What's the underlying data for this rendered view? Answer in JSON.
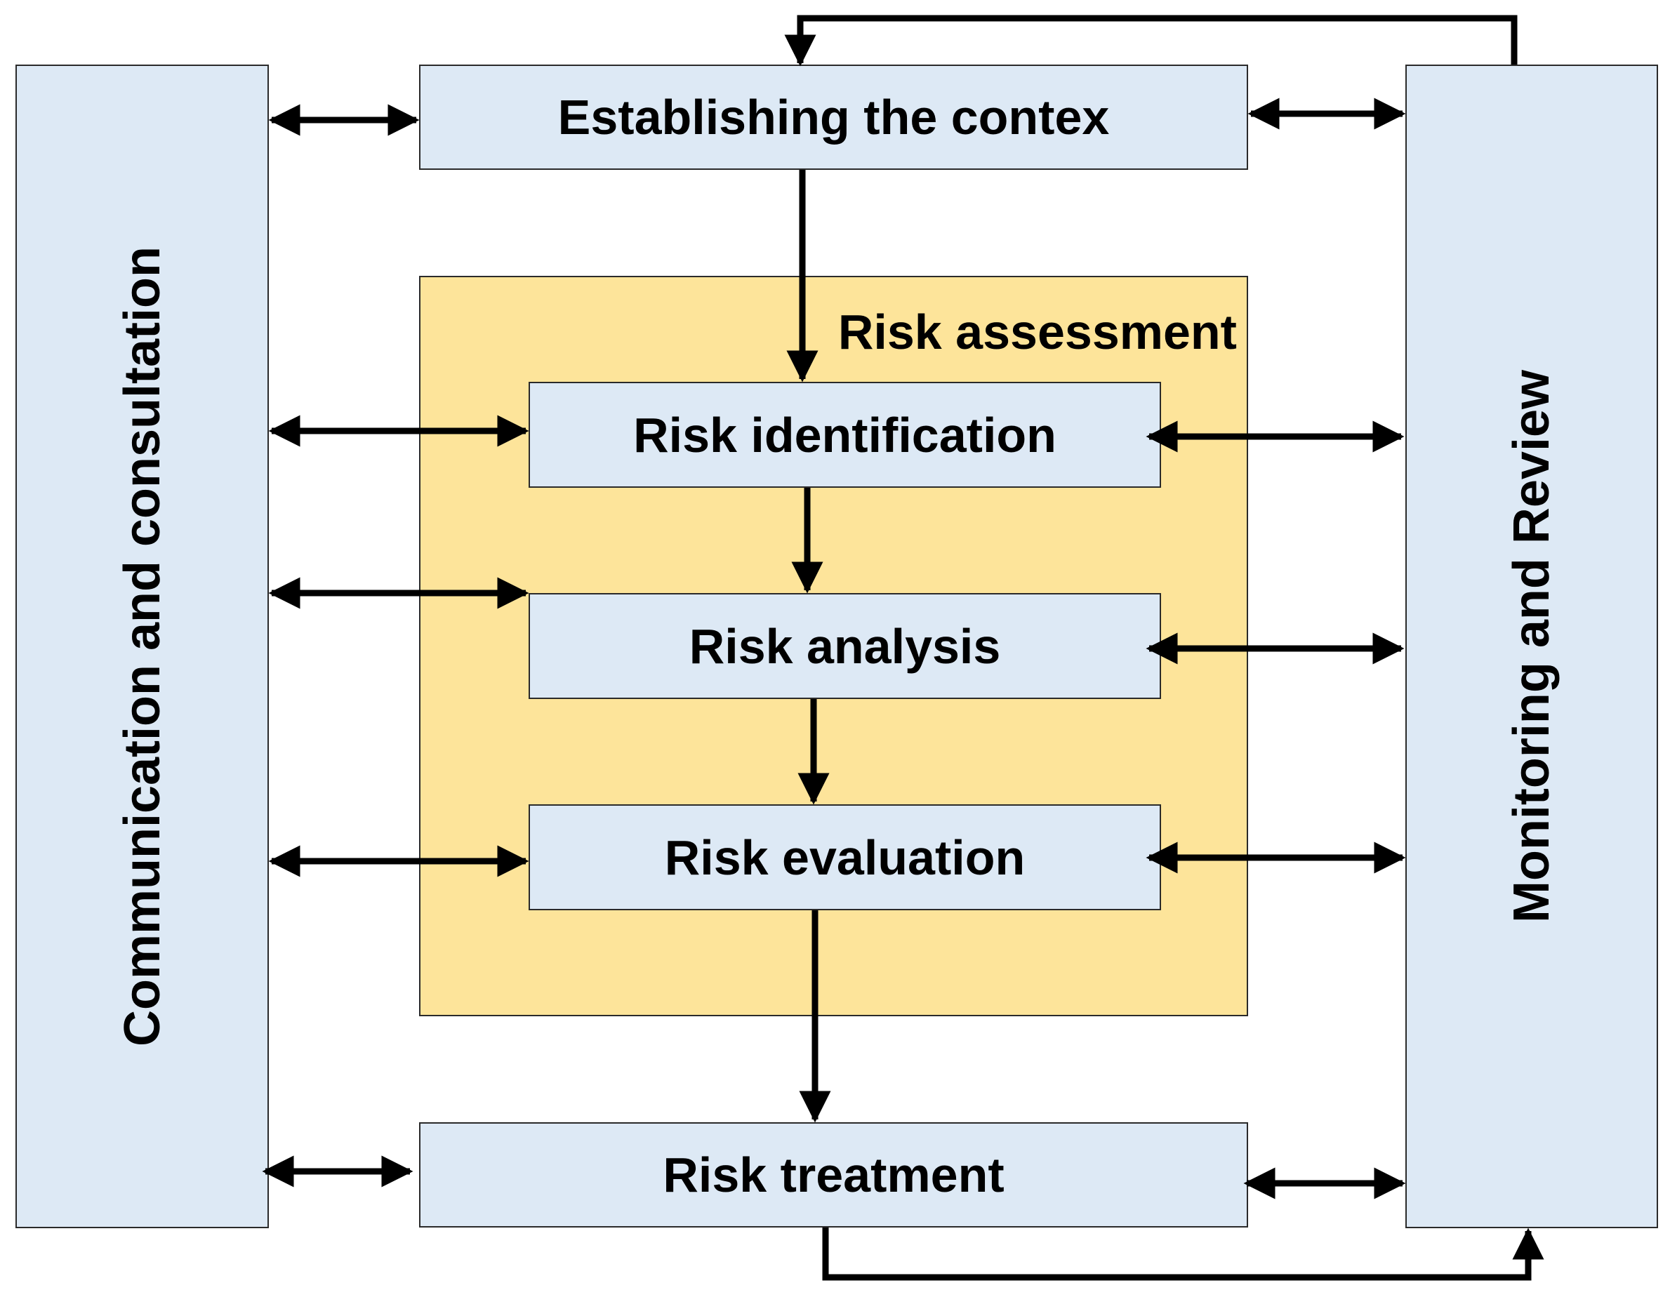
{
  "diagram": {
    "side_left": "Communication and consultation",
    "side_right": "Monitoring and Review",
    "context": "Establishing the contex",
    "assessment": {
      "label": "Risk assessment",
      "steps": [
        "Risk identification",
        "Risk analysis",
        "Risk evaluation"
      ]
    },
    "treatment": "Risk treatment"
  },
  "colors": {
    "box_fill": "#dde9f5",
    "assessment_fill": "#fde49a",
    "border": "#2a2a2a",
    "arrow": "#000000"
  }
}
